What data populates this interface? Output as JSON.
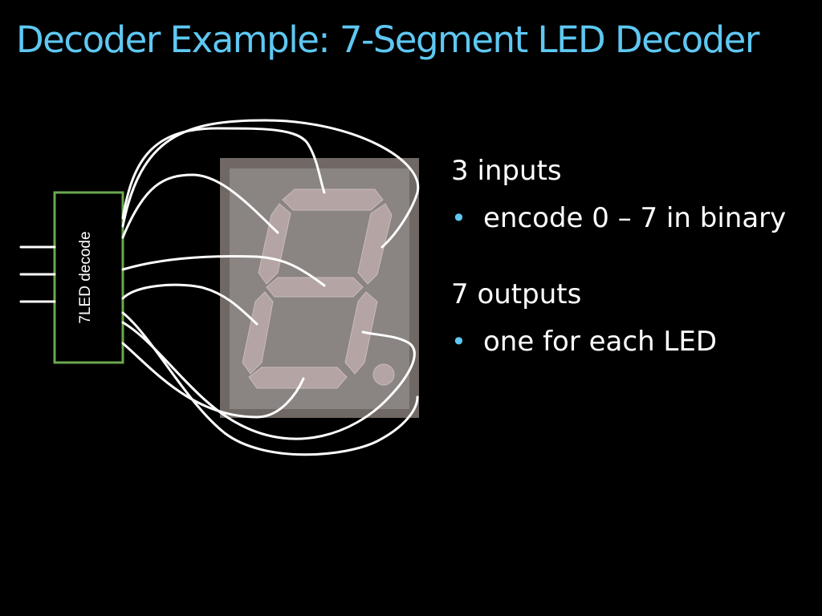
{
  "slide": {
    "title": "Decoder Example: 7-Segment LED Decoder"
  },
  "diagram": {
    "decoder_label": "7LED decode",
    "colors": {
      "box_border": "#6aa84f",
      "wire": "#ffffff",
      "segment": "#b4a4a4",
      "display_body": "#8a8482",
      "display_frame": "#6f6864"
    }
  },
  "content": {
    "inputs_heading": "3 inputs",
    "inputs_bullet": "encode 0 – 7 in binary",
    "outputs_heading": "7 outputs",
    "outputs_bullet": "one for each LED",
    "bullet_color": "#5ec8f2"
  }
}
